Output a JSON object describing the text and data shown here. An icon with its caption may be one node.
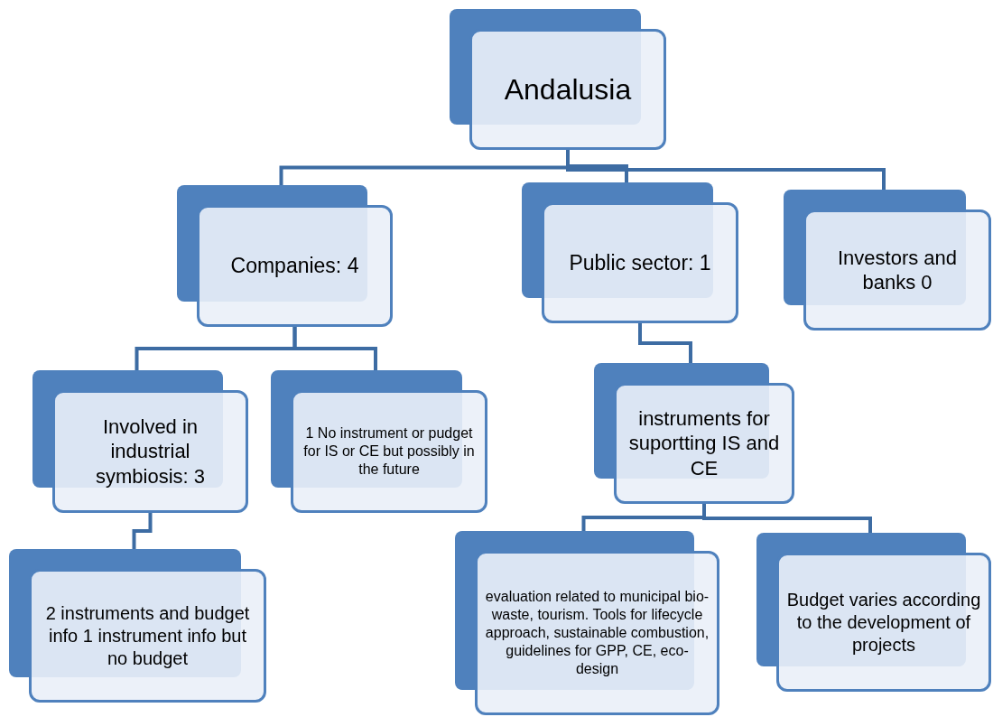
{
  "diagram": {
    "nodes": [
      {
        "text": [
          "Andalusia"
        ]
      },
      {
        "text": [
          "Companies: 4"
        ]
      },
      {
        "text": [
          "Public sector: 1"
        ]
      },
      {
        "text": [
          "Investors and banks 0"
        ]
      },
      {
        "text": [
          "Involved in industrial symbiosis: 3"
        ]
      },
      {
        "text": [
          "1 No instrument or pudget for IS or CE but possibly in the future"
        ]
      },
      {
        "text": [
          "instruments for suportting IS and CE"
        ]
      },
      {
        "text": [
          "2 instruments and budget info 1 instrument info but no budget"
        ]
      },
      {
        "text": [
          "evaluation related to municipal bio-waste, tourism. Tools for lifecycle approach, sustainable combustion, guidelines for GPP, CE, eco-design"
        ]
      },
      {
        "text": [
          "Budget varies according to the development of projects"
        ]
      }
    ],
    "edges": [
      {
        "from": 0,
        "to": 1,
        "arrow": "none"
      },
      {
        "from": 0,
        "to": 2,
        "arrow": "none"
      },
      {
        "from": 0,
        "to": 3,
        "arrow": "none"
      },
      {
        "from": 1,
        "to": 4,
        "arrow": "none"
      },
      {
        "from": 1,
        "to": 5,
        "arrow": "none"
      },
      {
        "from": 2,
        "to": 6,
        "arrow": "none"
      },
      {
        "from": 4,
        "to": 7,
        "arrow": "none"
      },
      {
        "from": 6,
        "to": 8,
        "arrow": "none"
      },
      {
        "from": 6,
        "to": 9,
        "arrow": "none"
      }
    ]
  }
}
